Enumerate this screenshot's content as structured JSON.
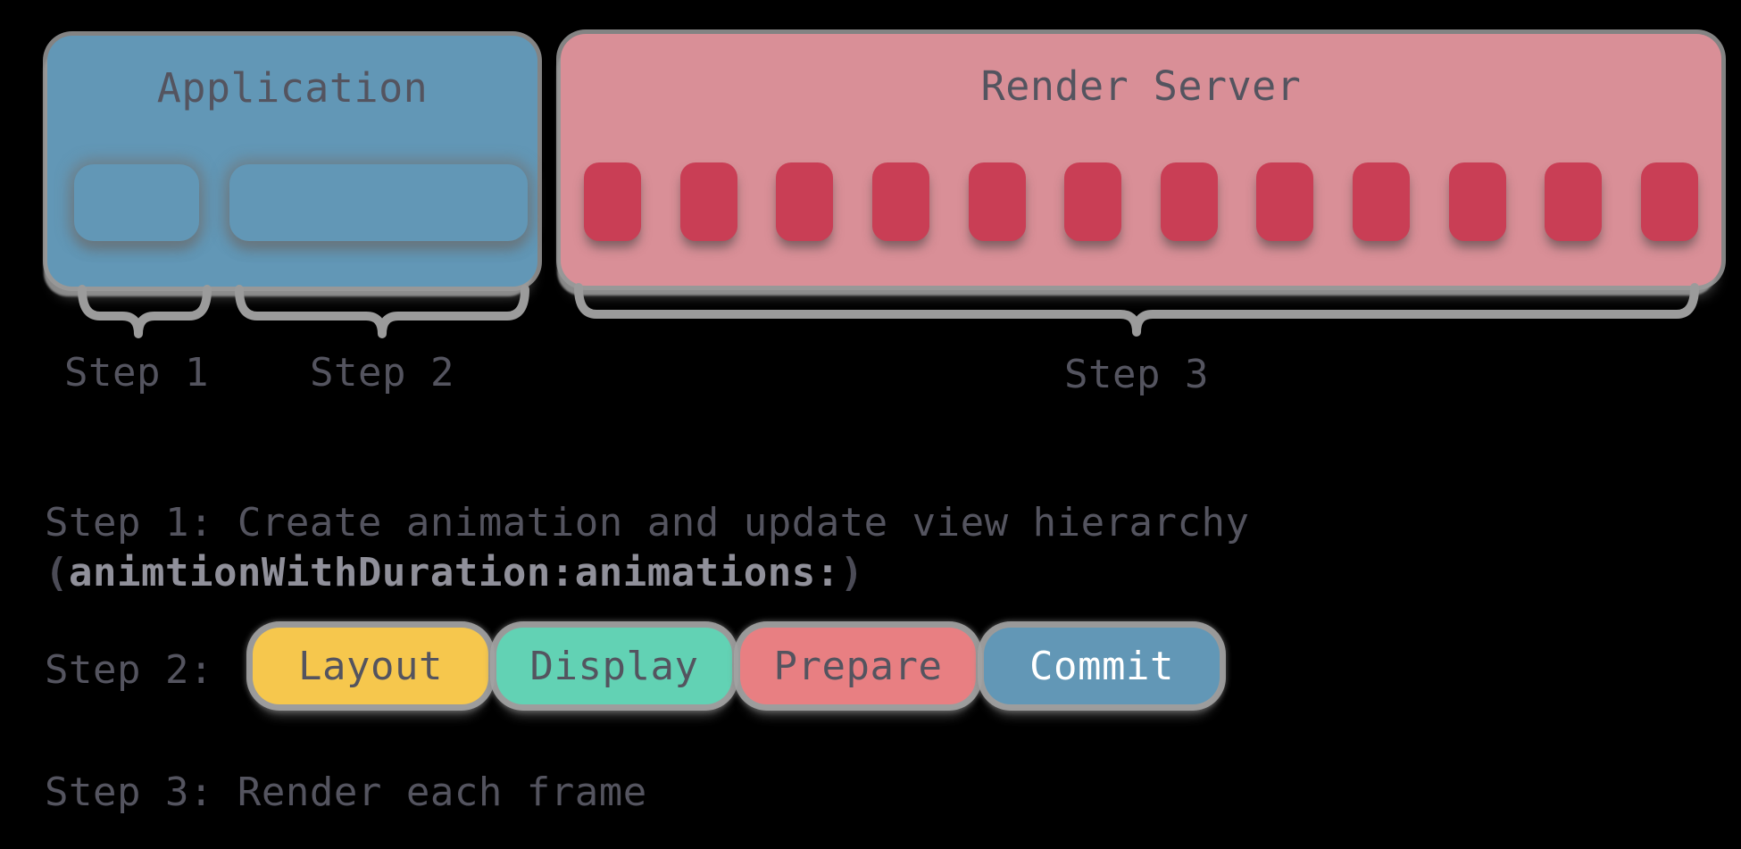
{
  "colors": {
    "background": "#000000",
    "application_blue": "#6297b6",
    "render_pink": "#d98f97",
    "frame_red": "#c93e55",
    "brace_gray": "#9b9b9b",
    "text_dark": "#54545f",
    "paren_dark": "#4b4b56",
    "code_light": "#90909a"
  },
  "boxes": {
    "application": {
      "title": "Application",
      "inner_block_count": 2
    },
    "render_server": {
      "title": "Render Server",
      "frame_count": 12
    }
  },
  "brace_labels": [
    {
      "label": "Step 1"
    },
    {
      "label": "Step 2"
    },
    {
      "label": "Step 3"
    }
  ],
  "notes": {
    "line1": "Step 1: Create animation and update view hierarchy",
    "line2": {
      "open": "(",
      "code": "animtionWithDuration:animations:",
      "close": ")"
    },
    "step2_prefix": "Step 2:",
    "step3_line": "Step 3: Render each frame"
  },
  "pills": [
    {
      "label": "Layout",
      "bg": "#f6c74d",
      "text": "#54545f"
    },
    {
      "label": "Display",
      "bg": "#62d2b4",
      "text": "#54545f"
    },
    {
      "label": "Prepare",
      "bg": "#e87f82",
      "text": "#54545f"
    },
    {
      "label": "Commit",
      "bg": "#6297b6",
      "text": "#ffffff"
    }
  ]
}
